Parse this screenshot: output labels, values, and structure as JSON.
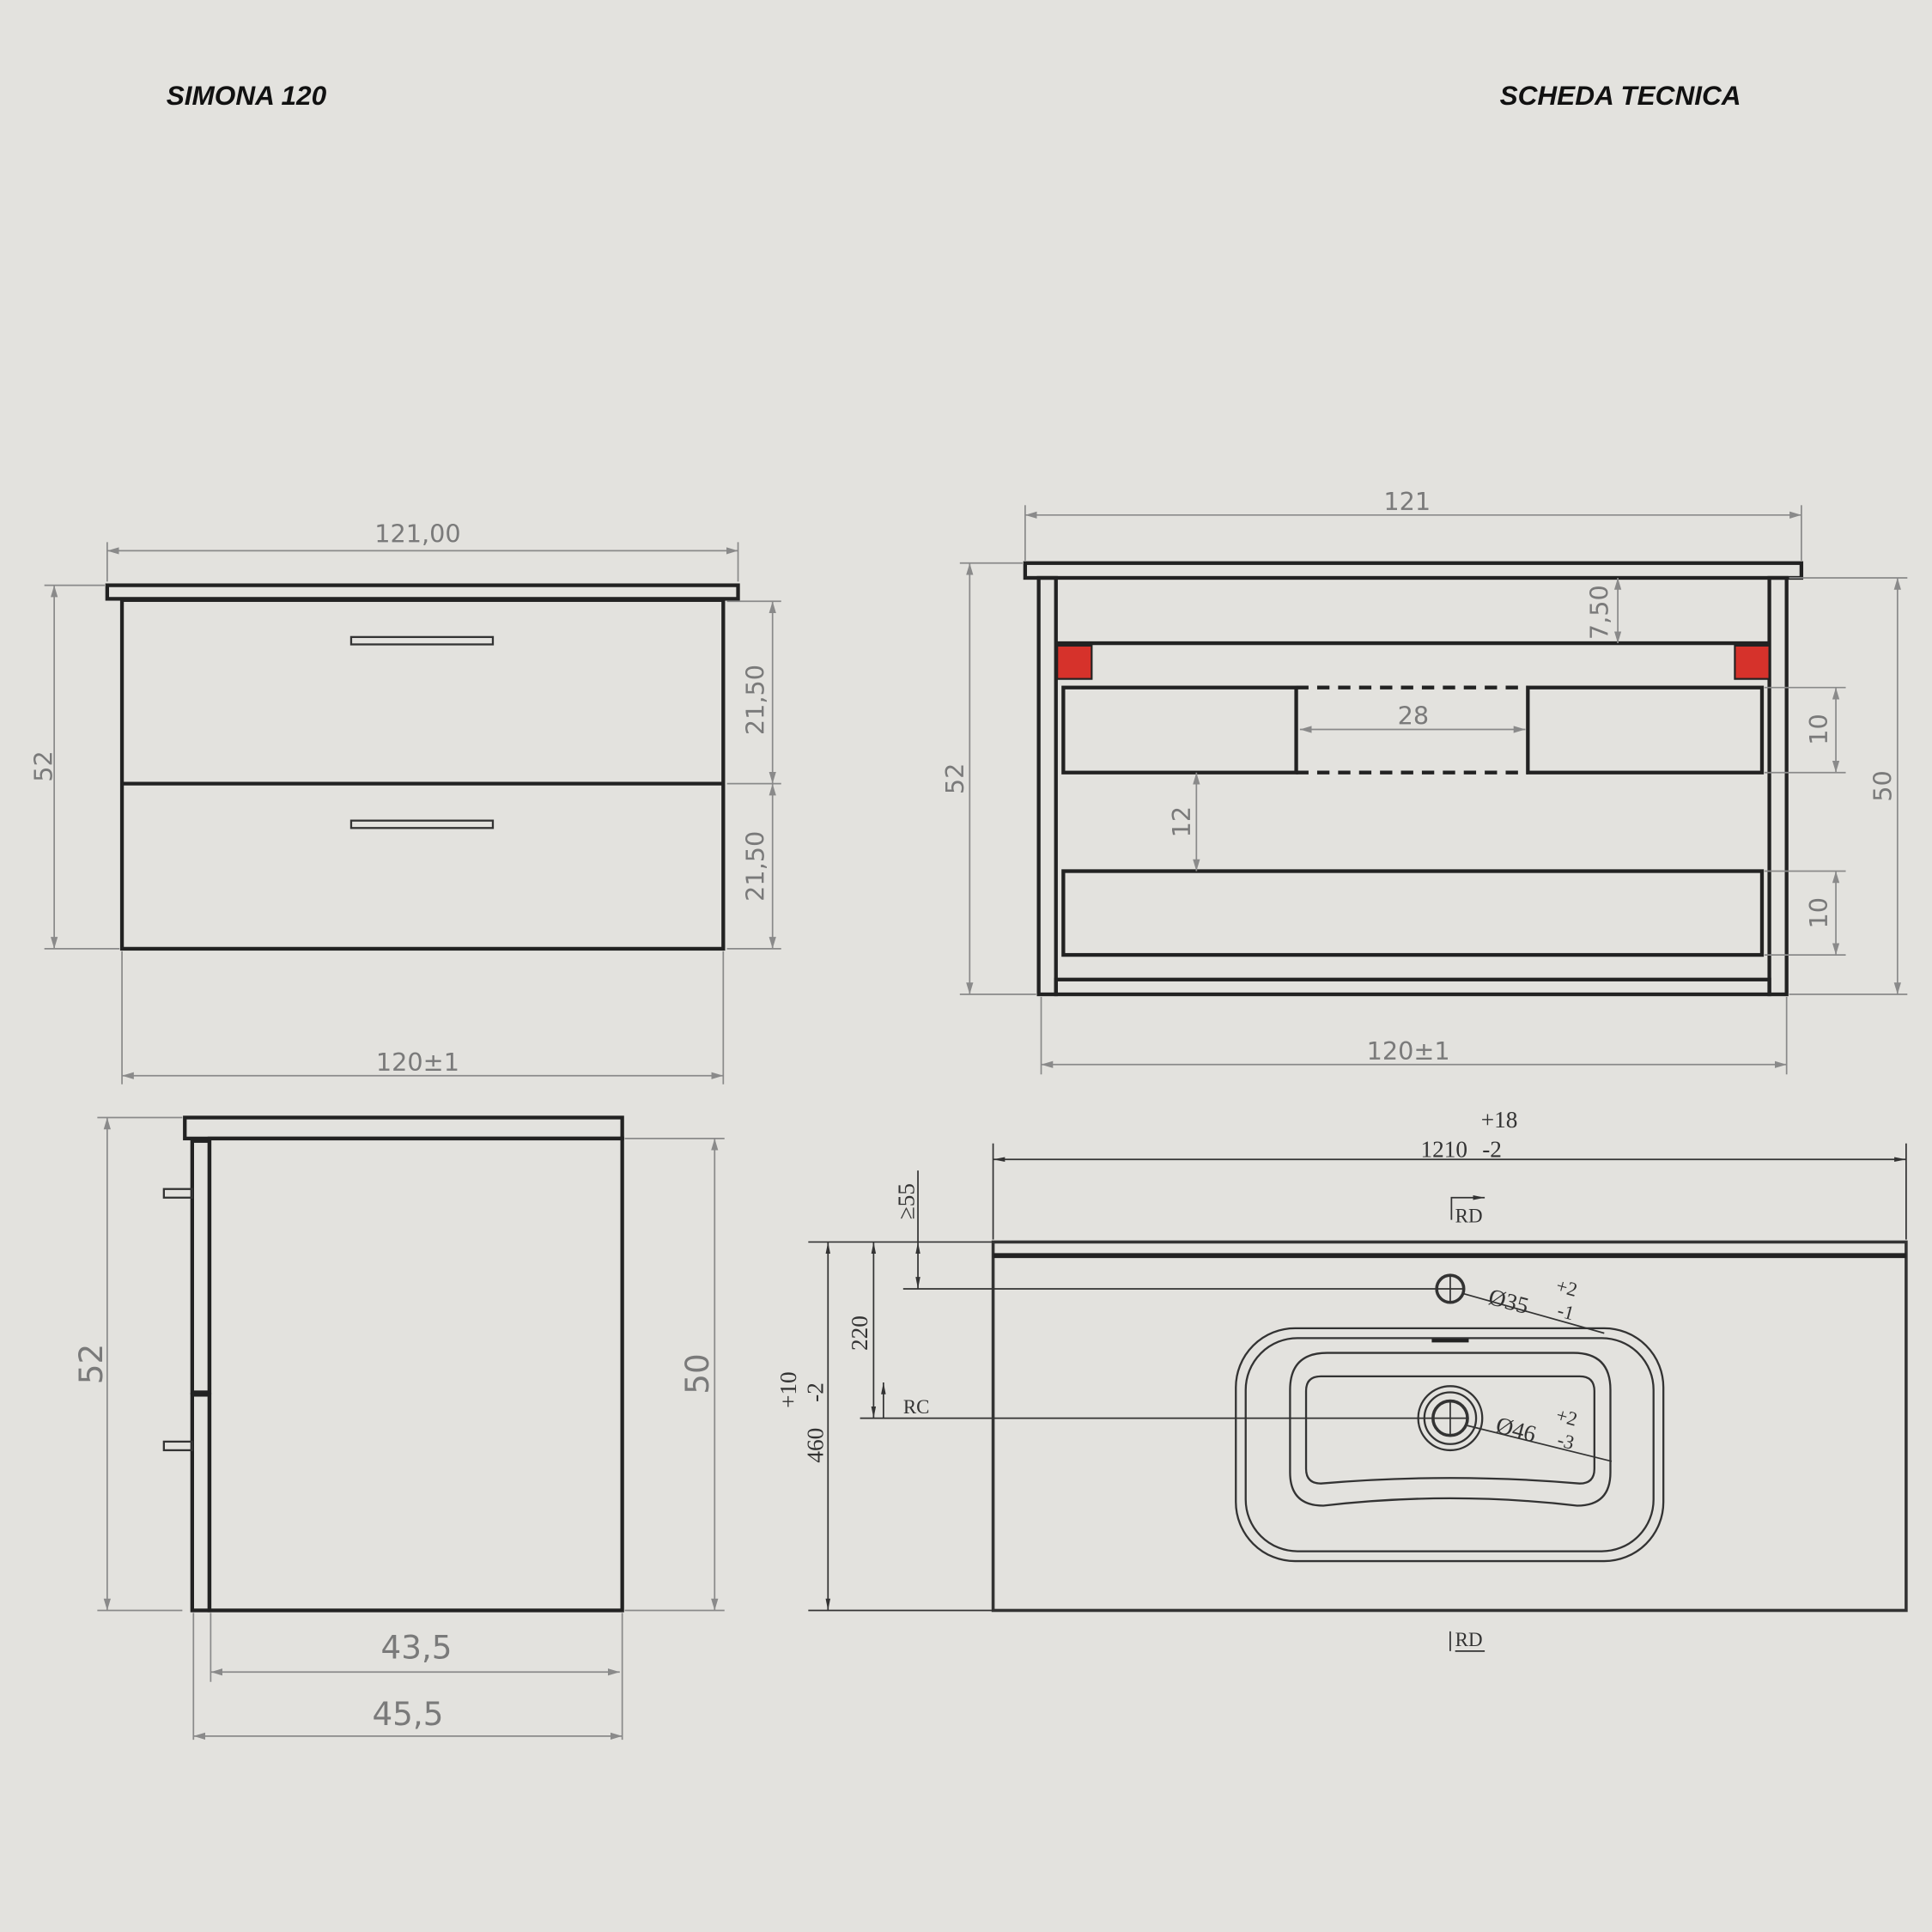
{
  "header": {
    "product": "SIMONA 120",
    "sheet_title": "SCHEDA TECNICA"
  },
  "colors": {
    "background": "#e3e2de",
    "line": "#222222",
    "dimension": "#8a8a8a",
    "bracket": "#d6322b"
  },
  "front_view": {
    "top_width": "121,00",
    "height": "52",
    "drawer_top": "21,50",
    "drawer_bottom": "21,50",
    "body_width": "120±1"
  },
  "open_view": {
    "top_width": "121",
    "height": "52",
    "top_gap": "7,50",
    "siphon_gap": "28",
    "drawer_spacing": "12",
    "drawer_upper": "10",
    "drawer_lower": "10",
    "body_height": "50",
    "body_width": "120±1"
  },
  "side_view": {
    "height": "52",
    "body_height": "50",
    "body_depth": "43,5",
    "total_depth": "45,5"
  },
  "basin_view": {
    "width": "1210",
    "width_tol_plus": "+18",
    "width_tol_minus": "-2",
    "rd_top": "RD",
    "rd_bottom": "RD",
    "min_edge": "≥55",
    "tap_hole": "Ø35",
    "tap_tol_plus": "+2",
    "tap_tol_minus": "-1",
    "drain_offset": "220",
    "rc_label": "RC",
    "drain_hole": "Ø46",
    "drain_tol_plus": "+2",
    "drain_tol_minus": "-3",
    "depth": "460",
    "depth_tol_plus": "+10",
    "depth_tol_minus": "-2"
  }
}
